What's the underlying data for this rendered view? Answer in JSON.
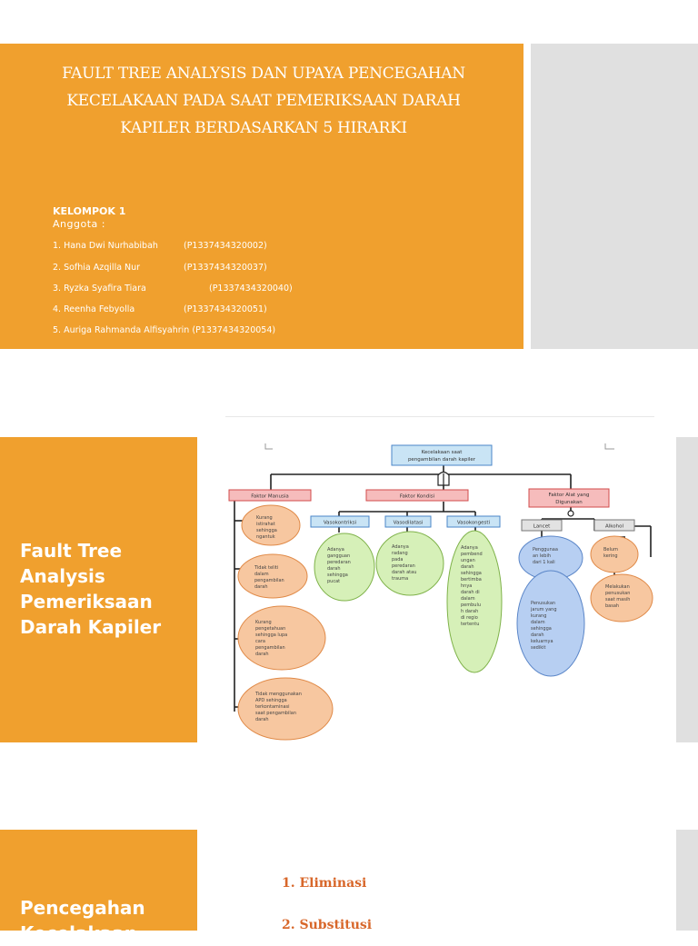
{
  "slide1": {
    "title_lines": [
      "FAULT TREE ANALYSIS DAN UPAYA PENCEGAHAN",
      "KECELAKAAN PADA SAAT PEMERIKSAAN DARAH",
      "KAPILER BERDASARKAN 5  HIRARKI"
    ],
    "group_label": "KELOMPOK 1",
    "members_label": "Anggota :",
    "members": [
      {
        "name": "1. Hana Dwi Nurhabibah",
        "nim": "(P1337434320002)"
      },
      {
        "name": "2. Sofhia Azqilla Nur",
        "nim": "(P1337434320037)"
      },
      {
        "name": "3. Ryzka Syafira Tiara",
        "nim": "(P1337434320040)"
      },
      {
        "name": "4. Reenha Febyolla",
        "nim": "(P1337434320051)"
      },
      {
        "name": "5. Auriga Rahmanda Alfisyahrin",
        "nim": "(P1337434320054)"
      }
    ]
  },
  "slide2": {
    "title_lines": [
      "Fault Tree",
      "Analysis",
      "Pemeriksaan",
      "Darah Kapiler"
    ],
    "diagram": {
      "top_event": [
        "Kecelakaan saat",
        "pengambilan darah kapiler"
      ],
      "factors": [
        "Faktor Manusia",
        "Faktor Kondisi",
        [
          "Faktor Alat yang",
          "Digunakan"
        ]
      ],
      "conditions": [
        "Vasokontriksi",
        "Vasodilatasi",
        "Vasokongesti"
      ],
      "tools": [
        "Lancet",
        "Alkohol"
      ],
      "human_causes": [
        [
          "Kurang",
          "istirahat",
          "sehingga",
          "ngantuk"
        ],
        [
          "Tidak teliti",
          "dalam",
          "pengambilan",
          "darah"
        ],
        [
          "Kurang",
          "pengetahuan",
          "sehingga lupa",
          "cara",
          "pengambilan",
          "darah"
        ],
        [
          "Tidak menggunakan",
          "APD sehingga",
          "terkontaminasi",
          "saat pengambilan",
          "darah"
        ]
      ],
      "condition_causes": [
        [
          "Adanya",
          "gangguan",
          "peredaran",
          "darah",
          "sehingga",
          "pucat"
        ],
        [
          "Adanya",
          "radang",
          "pada",
          "peredaran",
          "darah atau",
          "trauma"
        ],
        [
          "Adanya",
          "pembend",
          "ungan",
          "darah",
          "sehingga",
          "bertimba",
          "hnya",
          "darah di",
          "dalam",
          "pembulu",
          "h darah",
          "di regio",
          "tertentu"
        ]
      ],
      "lancet_causes": [
        [
          "Penggunaa",
          "an lebih",
          "dari 1 kali"
        ],
        [
          "Penusukan",
          "jarum yang",
          "kurang",
          "dalam",
          "sehingga",
          "darah",
          "keluarnya",
          "sedikit"
        ]
      ],
      "alkohol_causes": [
        [
          "Belum",
          "kering"
        ],
        [
          "Melakukan",
          "penusukan",
          "saat masih",
          "basah"
        ]
      ]
    }
  },
  "slide3": {
    "title_lines": [
      "Pencegahan",
      "Kecelakaan"
    ],
    "steps": [
      "1.  Eliminasi",
      "2.  Substitusi"
    ]
  },
  "colors": {
    "accent": "#f0a02e",
    "panel": "#e0e0e0",
    "factor_box": "#f6bcbc",
    "condition_box": "#c9e4f5",
    "orange_node": "#f7c7a0",
    "green_node": "#d6f0b8",
    "blue_node": "#b7cff2",
    "step_text": "#d8672a"
  }
}
